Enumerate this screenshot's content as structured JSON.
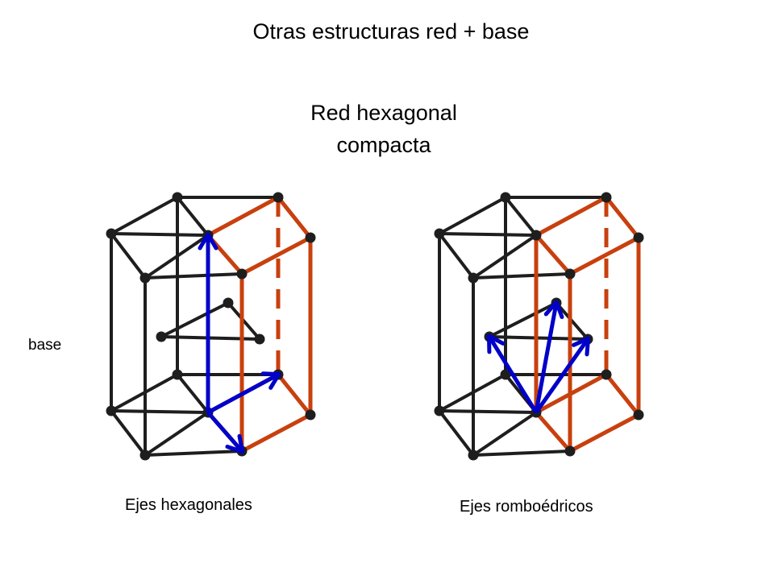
{
  "slide": {
    "title": "Otras estructuras red + base",
    "subtitle_line1": "Red hexagonal",
    "subtitle_line2": "compacta",
    "base_label": "base"
  },
  "diagrams": {
    "left": {
      "caption": "Ejes hexagonales"
    },
    "right": {
      "caption": "Ejes romboédricos"
    }
  },
  "colors": {
    "background": "#ffffff",
    "lattice": "#1e1e1e",
    "unit_cell": "#c8400e",
    "axes": "#0000c8"
  }
}
